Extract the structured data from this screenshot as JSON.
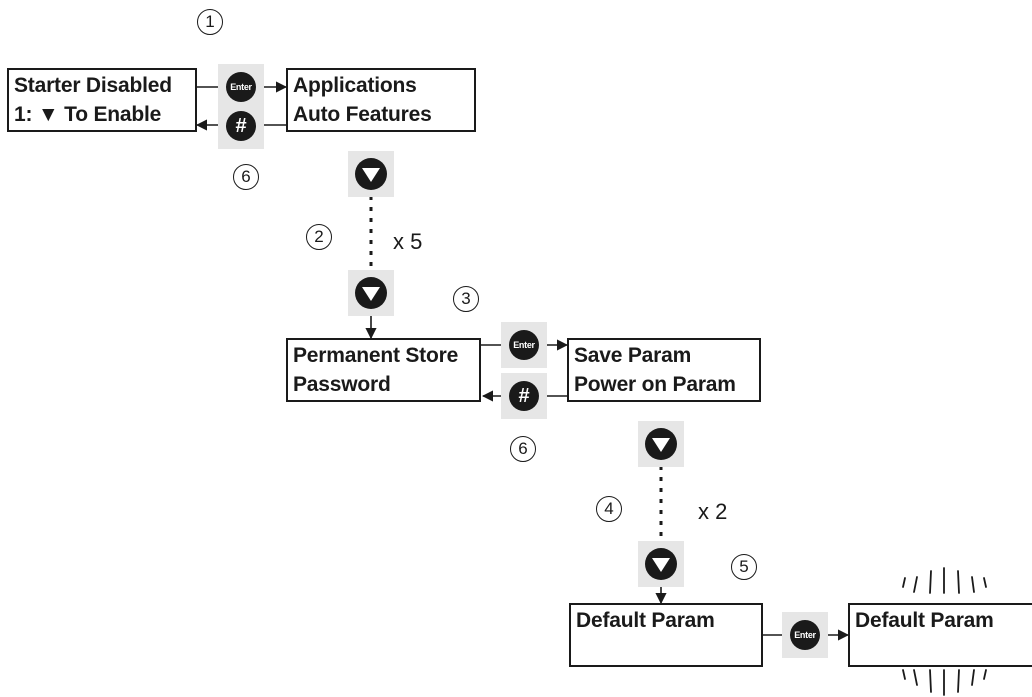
{
  "steps": {
    "s1": "1",
    "s2": "2",
    "s3": "3",
    "s4": "4",
    "s5": "5",
    "s6": "6"
  },
  "multipliers": {
    "x5": "x 5",
    "x2": "x 2"
  },
  "displays": {
    "starter": {
      "line1": "Starter Disabled",
      "line2": "1:  ▼ To Enable"
    },
    "applications": {
      "line1": "Applications",
      "line2": "Auto Features"
    },
    "permanent_store": {
      "line1": "Permanent Store",
      "line2": "Password"
    },
    "save_param": {
      "line1": "Save Param",
      "line2": "Power on Param"
    },
    "default_param": {
      "line1": "Default Param"
    },
    "default_param_flashing": {
      "line1": "Default Param"
    }
  },
  "keys": {
    "enter_label": "Enter",
    "hash_label": "#"
  },
  "icons": {
    "enter": "enter-key-icon",
    "hash": "hash-key-icon",
    "down": "down-arrow-key-icon",
    "flash": "flash-rays-icon"
  },
  "colors": {
    "ink": "#1a1a1a",
    "key_bg": "#e6e6e6",
    "page_bg": "#ffffff"
  }
}
